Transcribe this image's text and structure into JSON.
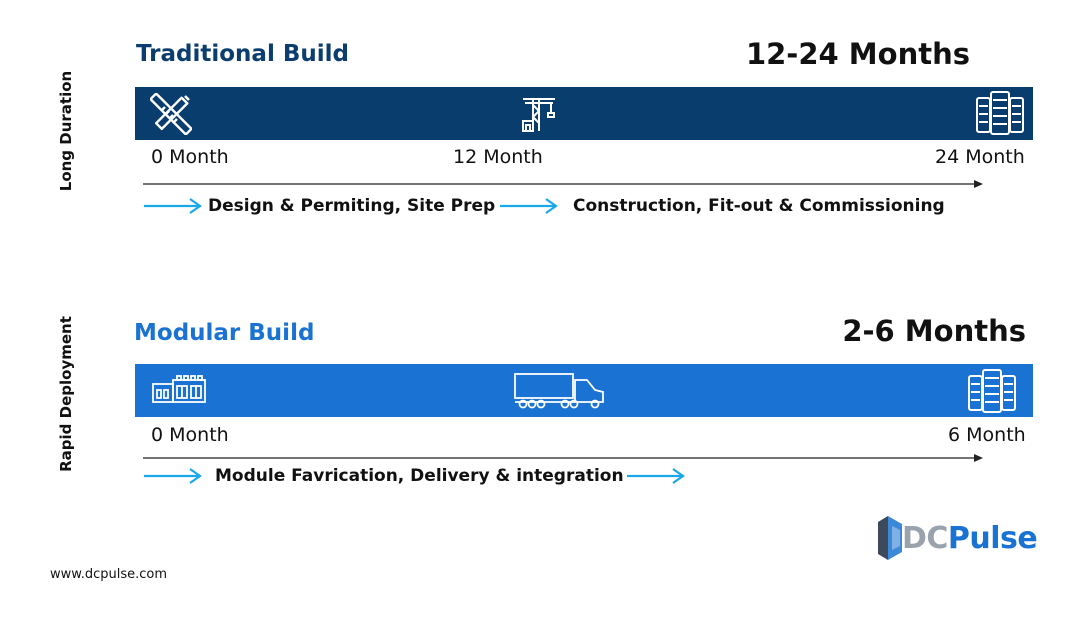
{
  "colors": {
    "traditional_band": "#083d6e",
    "modular_band": "#1a73d2",
    "traditional_title": "#0b3d6e",
    "modular_title": "#1a73d2",
    "arrow_cyan": "#19a8e8",
    "logo_dark": "#3d4a5c",
    "logo_blue": "#1a73d2"
  },
  "traditional": {
    "side_label": "Long Duration",
    "title": "Traditional Build",
    "duration": "12-24 Months",
    "icons": [
      "pencil-ruler-icon",
      "crane-icon",
      "server-rack-icon"
    ],
    "ticks": [
      "0 Month",
      "12 Month",
      "24 Month"
    ],
    "phases": [
      "Design & Permiting, Site Prep",
      "Construction, Fit-out & Commissioning"
    ]
  },
  "modular": {
    "side_label": "Rapid Deployment",
    "title": "Modular Build",
    "duration": "2-6 Months",
    "icons": [
      "factory-icon",
      "truck-icon",
      "server-rack-icon"
    ],
    "ticks": [
      "0 Month",
      "6 Month"
    ],
    "phases": [
      "Module Favrication, Delivery & integration"
    ]
  },
  "footer": {
    "url": "www.dcpulse.com",
    "logo_part1": "DC",
    "logo_part2": "Pulse"
  }
}
